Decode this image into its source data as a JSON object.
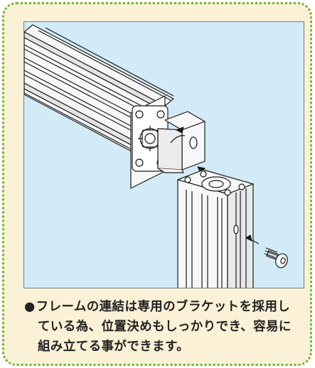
{
  "caption": {
    "bullet": "●",
    "line1": "フレームの連結は専用のブラケットを採用し",
    "line2": "ている為、位置決めもしっかりでき、容易に",
    "line3": "組み立てる事ができます。"
  },
  "colors": {
    "card_background": "#fbf1d6",
    "card_border": "#6cb33f",
    "figure_background": "#d3ebf6",
    "line_art": "#1a1a1a"
  },
  "figure": {
    "icon": "aluminum-frame-bracket-assembly-illustration"
  }
}
